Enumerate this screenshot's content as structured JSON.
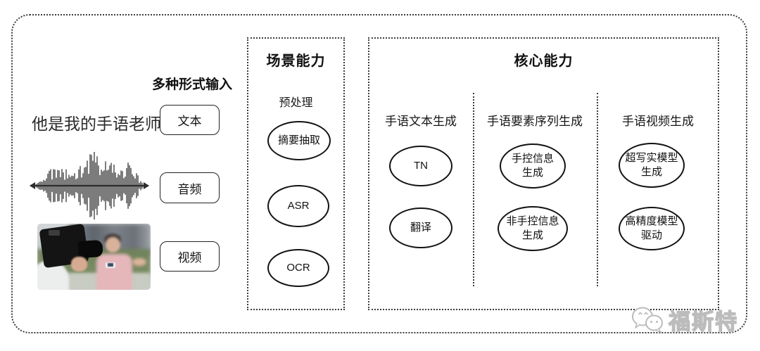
{
  "input_section": {
    "label": "多种形式输入",
    "sample_text": "他是我的手语老师",
    "chips": [
      {
        "label": "文本"
      },
      {
        "label": "音频"
      },
      {
        "label": "视频"
      }
    ],
    "media": {
      "waveform_icon": "audio-waveform",
      "photo_icon": "cameraman-filming-reporter-photo"
    }
  },
  "scene_section": {
    "title": "场景能力",
    "subtitle": "预处理",
    "nodes": [
      "摘要抽取",
      "ASR",
      "OCR"
    ]
  },
  "core_section": {
    "title": "核心能力",
    "columns": [
      {
        "header": "手语文本生成",
        "nodes": [
          {
            "lines": [
              "TN"
            ]
          },
          {
            "lines": [
              "翻译"
            ]
          }
        ]
      },
      {
        "header": "手语要素序列生成",
        "nodes": [
          {
            "lines": [
              "手控信息",
              "生成"
            ]
          },
          {
            "lines": [
              "非手控信息",
              "生成"
            ]
          }
        ]
      },
      {
        "header": "手语视频生成",
        "nodes": [
          {
            "lines": [
              "超写实模型",
              "生成"
            ]
          },
          {
            "lines": [
              "高精度模型",
              "驱动"
            ]
          }
        ]
      }
    ]
  },
  "watermark": {
    "text": "福斯特",
    "logo_icon": "wechat-chat-bubbles"
  },
  "colors": {
    "background": "#ffffff",
    "line": "#1c1c1c",
    "dotted_border": "#3c3c3c",
    "watermark_gray": "#bcbcbc"
  }
}
